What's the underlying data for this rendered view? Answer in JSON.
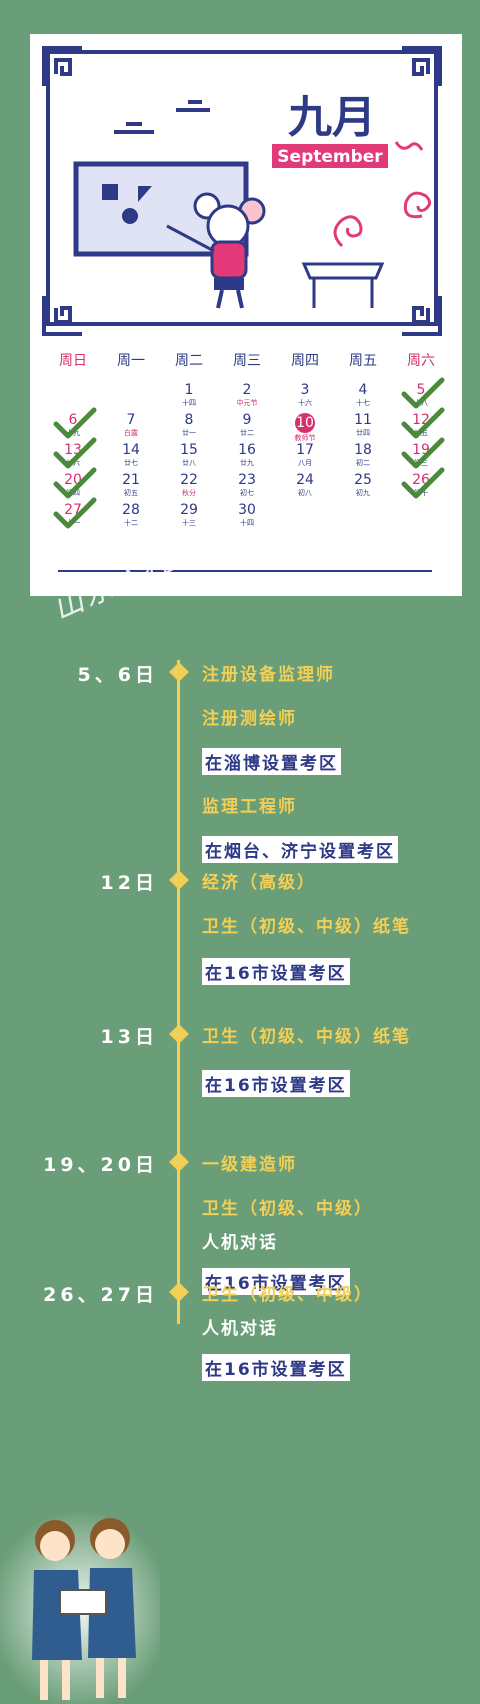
{
  "header": {
    "month_cn": "九月",
    "month_en": "September"
  },
  "weekdays": [
    "周日",
    "周一",
    "周二",
    "周三",
    "周四",
    "周五",
    "周六"
  ],
  "calendar": [
    {
      "d": "1",
      "l": "十四",
      "col": 2,
      "row": 0
    },
    {
      "d": "2",
      "l": "中元节",
      "col": 3,
      "row": 0,
      "lred": true
    },
    {
      "d": "3",
      "l": "十六",
      "col": 4,
      "row": 0
    },
    {
      "d": "4",
      "l": "十七",
      "col": 5,
      "row": 0
    },
    {
      "d": "5",
      "l": "十八",
      "col": 6,
      "row": 0,
      "red": true
    },
    {
      "d": "6",
      "l": "十九",
      "col": 0,
      "row": 1,
      "red": true
    },
    {
      "d": "7",
      "l": "白露",
      "col": 1,
      "row": 1,
      "lred": true
    },
    {
      "d": "8",
      "l": "廿一",
      "col": 2,
      "row": 1
    },
    {
      "d": "9",
      "l": "廿二",
      "col": 3,
      "row": 1
    },
    {
      "d": "10",
      "l": "教师节",
      "col": 4,
      "row": 1,
      "today": true,
      "lred": true
    },
    {
      "d": "11",
      "l": "廿四",
      "col": 5,
      "row": 1
    },
    {
      "d": "12",
      "l": "廿五",
      "col": 6,
      "row": 1,
      "red": true
    },
    {
      "d": "13",
      "l": "廿六",
      "col": 0,
      "row": 2,
      "red": true
    },
    {
      "d": "14",
      "l": "廿七",
      "col": 1,
      "row": 2
    },
    {
      "d": "15",
      "l": "廿八",
      "col": 2,
      "row": 2
    },
    {
      "d": "16",
      "l": "廿九",
      "col": 3,
      "row": 2
    },
    {
      "d": "17",
      "l": "八月",
      "col": 4,
      "row": 2
    },
    {
      "d": "18",
      "l": "初二",
      "col": 5,
      "row": 2
    },
    {
      "d": "19",
      "l": "初三",
      "col": 6,
      "row": 2,
      "red": true
    },
    {
      "d": "20",
      "l": "初四",
      "col": 0,
      "row": 3,
      "red": true
    },
    {
      "d": "21",
      "l": "初五",
      "col": 1,
      "row": 3
    },
    {
      "d": "22",
      "l": "秋分",
      "col": 2,
      "row": 3,
      "lred": true
    },
    {
      "d": "23",
      "l": "初七",
      "col": 3,
      "row": 3
    },
    {
      "d": "24",
      "l": "初八",
      "col": 4,
      "row": 3
    },
    {
      "d": "25",
      "l": "初九",
      "col": 5,
      "row": 3
    },
    {
      "d": "26",
      "l": "初十",
      "col": 6,
      "row": 3,
      "red": true
    },
    {
      "d": "27",
      "l": "十一",
      "col": 0,
      "row": 4,
      "red": true
    },
    {
      "d": "28",
      "l": "十二",
      "col": 1,
      "row": 4
    },
    {
      "d": "29",
      "l": "十三",
      "col": 2,
      "row": 4
    },
    {
      "d": "30",
      "l": "十四",
      "col": 3,
      "row": 4
    }
  ],
  "watermark": "山东人社",
  "timeline": [
    {
      "date": "5、6日",
      "items": [
        {
          "text": "注册设备监理师",
          "style": "y"
        },
        {
          "text": "注册测绘师",
          "style": "y"
        },
        {
          "text": "在淄博设置考区",
          "style": "box"
        },
        {
          "text": "监理工程师",
          "style": "y"
        },
        {
          "text": "在烟台、济宁设置考区",
          "style": "box"
        }
      ]
    },
    {
      "date": "12日",
      "items": [
        {
          "text": "经济（高级）",
          "style": "y"
        },
        {
          "text": "卫生（初级、中级）纸笔",
          "style": "y"
        },
        {
          "text": "在16市设置考区",
          "style": "box"
        }
      ]
    },
    {
      "date": "13日",
      "items": [
        {
          "text": "卫生（初级、中级）纸笔",
          "style": "y"
        },
        {
          "text": "在16市设置考区",
          "style": "box"
        }
      ]
    },
    {
      "date": "19、20日",
      "items": [
        {
          "text": "一级建造师",
          "style": "y"
        },
        {
          "text": "卫生（初级、中级）",
          "style": "y"
        },
        {
          "text": "人机对话",
          "style": "w"
        },
        {
          "text": "在16市设置考区",
          "style": "box"
        }
      ]
    },
    {
      "date": "26、27日",
      "items": [
        {
          "text": "卫生（初级、中级）",
          "style": "y"
        },
        {
          "text": "人机对话",
          "style": "w"
        },
        {
          "text": "在16市设置考区",
          "style": "box"
        }
      ]
    }
  ]
}
